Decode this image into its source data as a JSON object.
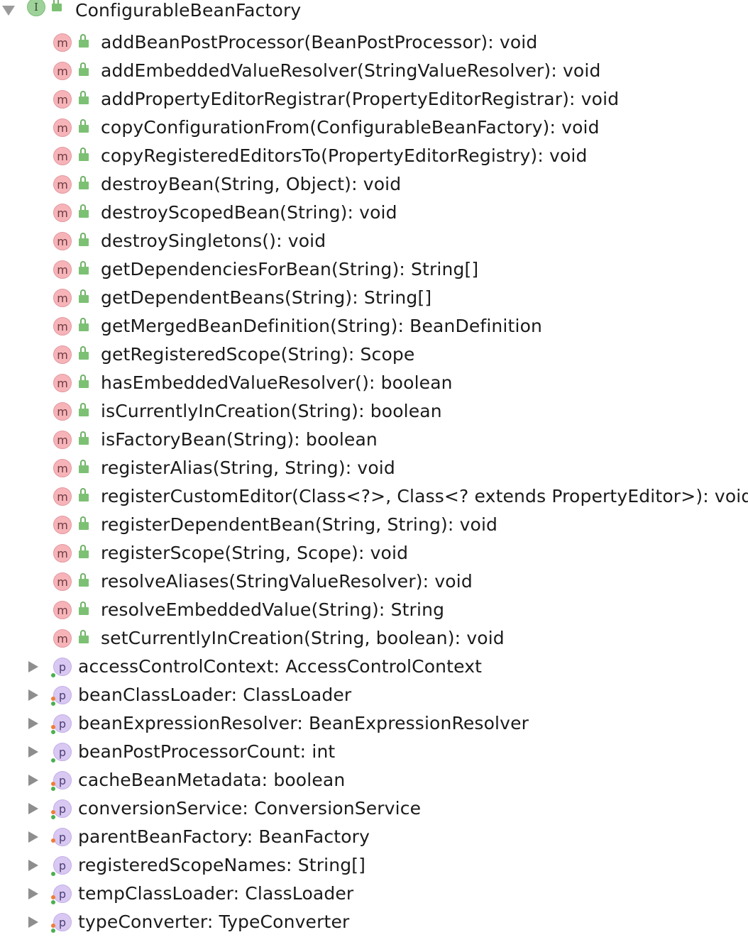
{
  "root": {
    "badge": "I",
    "label": "ConfigurableBeanFactory"
  },
  "method_badge": "m",
  "property_badge": "p",
  "methods": [
    "addBeanPostProcessor(BeanPostProcessor): void",
    "addEmbeddedValueResolver(StringValueResolver): void",
    "addPropertyEditorRegistrar(PropertyEditorRegistrar): void",
    "copyConfigurationFrom(ConfigurableBeanFactory): void",
    "copyRegisteredEditorsTo(PropertyEditorRegistry): void",
    "destroyBean(String, Object): void",
    "destroyScopedBean(String): void",
    "destroySingletons(): void",
    "getDependenciesForBean(String): String[]",
    "getDependentBeans(String): String[]",
    "getMergedBeanDefinition(String): BeanDefinition",
    "getRegisteredScope(String): Scope",
    "hasEmbeddedValueResolver(): boolean",
    "isCurrentlyInCreation(String): boolean",
    "isFactoryBean(String): boolean",
    "registerAlias(String, String): void",
    "registerCustomEditor(Class<?>, Class<? extends PropertyEditor>): void",
    "registerDependentBean(String, String): void",
    "registerScope(String, Scope): void",
    "resolveAliases(StringValueResolver): void",
    "resolveEmbeddedValue(String): String",
    "setCurrentlyInCreation(String, boolean): void"
  ],
  "properties": [
    {
      "label": "accessControlContext: AccessControlContext",
      "markers": [
        "green"
      ]
    },
    {
      "label": "beanClassLoader: ClassLoader",
      "markers": [
        "orange",
        "green"
      ]
    },
    {
      "label": "beanExpressionResolver: BeanExpressionResolver",
      "markers": [
        "orange",
        "green"
      ]
    },
    {
      "label": "beanPostProcessorCount: int",
      "markers": [
        "green"
      ]
    },
    {
      "label": "cacheBeanMetadata: boolean",
      "markers": [
        "orange",
        "green"
      ]
    },
    {
      "label": "conversionService: ConversionService",
      "markers": [
        "orange",
        "green"
      ]
    },
    {
      "label": "parentBeanFactory: BeanFactory",
      "markers": [
        "orange"
      ]
    },
    {
      "label": "registeredScopeNames: String[]",
      "markers": [
        "green"
      ]
    },
    {
      "label": "tempClassLoader: ClassLoader",
      "markers": [
        "orange",
        "green"
      ]
    },
    {
      "label": "typeConverter: TypeConverter",
      "markers": [
        "orange",
        "green"
      ]
    }
  ],
  "colors": {
    "interface_badge": "#9fd29a",
    "method_badge": "#f6b4b9",
    "property_badge": "#d8c8f2",
    "lock": "#7cc173",
    "marker_green": "#4caf50",
    "marker_orange": "#f07d37"
  },
  "icons": {
    "expanded": "chevron-down-icon",
    "collapsed": "chevron-right-icon",
    "visibility": "unlock-icon"
  }
}
